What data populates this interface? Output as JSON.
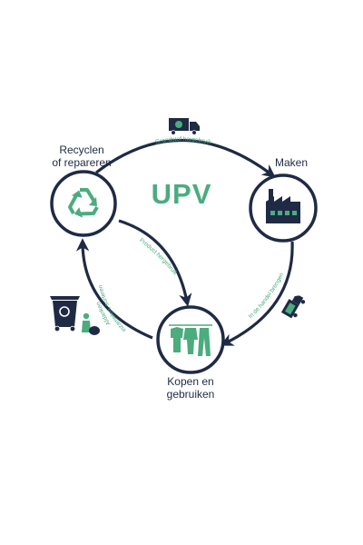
{
  "title": "UPV",
  "colors": {
    "navy": "#1f2a44",
    "green": "#4bac7e",
    "background": "#ffffff"
  },
  "nodes": {
    "recycle": {
      "line1": "Recyclen",
      "line2": "of repareren",
      "icon": "recycle-icon"
    },
    "make": {
      "line1": "Maken",
      "icon": "factory-icon"
    },
    "buy": {
      "line1": "Kopen en",
      "line2": "gebruiken",
      "icon": "clothing-icon"
    }
  },
  "flows": {
    "top": "Grondstof hergebruik",
    "right": "In de handel brengen",
    "inner": "Product hergebruik",
    "left_line1": "Afdanken",
    "left_line2": "inzamelen, sorteren"
  },
  "decorations": {
    "top": "truck-icon",
    "right": "delivery-truck-icon",
    "left": "waste-bin-icon"
  }
}
